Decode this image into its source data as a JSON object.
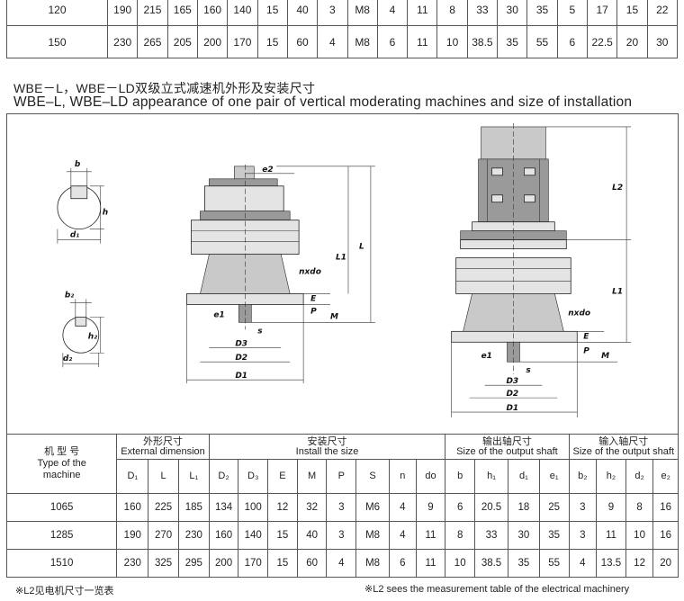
{
  "top_rows": [
    [
      "120",
      "190",
      "215",
      "165",
      "160",
      "140",
      "15",
      "40",
      "3",
      "M8",
      "4",
      "11",
      "8",
      "33",
      "30",
      "35",
      "5",
      "17",
      "15",
      "22"
    ],
    [
      "150",
      "230",
      "265",
      "205",
      "200",
      "170",
      "15",
      "60",
      "4",
      "M8",
      "6",
      "11",
      "10",
      "38.5",
      "35",
      "55",
      "6",
      "22.5",
      "20",
      "30"
    ]
  ],
  "title_cn": "WBE－L，WBE－LD双级立式减速机外形及安装尺寸",
  "title_en": "WBE–L, WBE–LD appearance of one pair of vertical moderating machines and size of installation",
  "drawing_labels": {
    "b": "b",
    "h": "h",
    "d1": "d₁",
    "b2": "b₂",
    "h2": "h₂",
    "d2": "d₂",
    "e2": "e2",
    "L1": "L1",
    "L": "L",
    "nxdo": "nxdo",
    "E": "E",
    "P": "P",
    "M": "M",
    "e1": "e1",
    "s": "s",
    "D3": "D3",
    "D2": "D2",
    "D1": "D1",
    "L2": "L2"
  },
  "table": {
    "type_header": [
      "机 型 号",
      "Type of the",
      "machine"
    ],
    "groups": [
      {
        "cn": "外形尺寸",
        "en": "External dimension"
      },
      {
        "cn": "安装尺寸",
        "en": "Install the size"
      },
      {
        "cn": "输出轴尺寸",
        "en": "Size of the output shaft"
      },
      {
        "cn": "输入轴尺寸",
        "en": "Size of the output shaft"
      }
    ],
    "columns": [
      "D₁",
      "L",
      "L₁",
      "D₂",
      "D₃",
      "E",
      "M",
      "P",
      "S",
      "n",
      "do",
      "b",
      "h₁",
      "d₁",
      "e₁",
      "b₂",
      "h₂",
      "d₂",
      "e₂"
    ],
    "rows": [
      [
        "1065",
        "160",
        "225",
        "185",
        "134",
        "100",
        "12",
        "32",
        "3",
        "M6",
        "4",
        "9",
        "6",
        "20.5",
        "18",
        "25",
        "3",
        "9",
        "8",
        "16"
      ],
      [
        "1285",
        "190",
        "270",
        "230",
        "160",
        "140",
        "15",
        "40",
        "3",
        "M8",
        "4",
        "11",
        "8",
        "33",
        "30",
        "35",
        "3",
        "11",
        "10",
        "16"
      ],
      [
        "1510",
        "230",
        "325",
        "295",
        "200",
        "170",
        "15",
        "60",
        "4",
        "M8",
        "6",
        "11",
        "10",
        "38.5",
        "35",
        "55",
        "4",
        "13.5",
        "12",
        "20"
      ]
    ]
  },
  "foot_left": "※L2见电机尺寸一览表",
  "foot_right": "※L2 sees the measurement table of the electrical machinery"
}
